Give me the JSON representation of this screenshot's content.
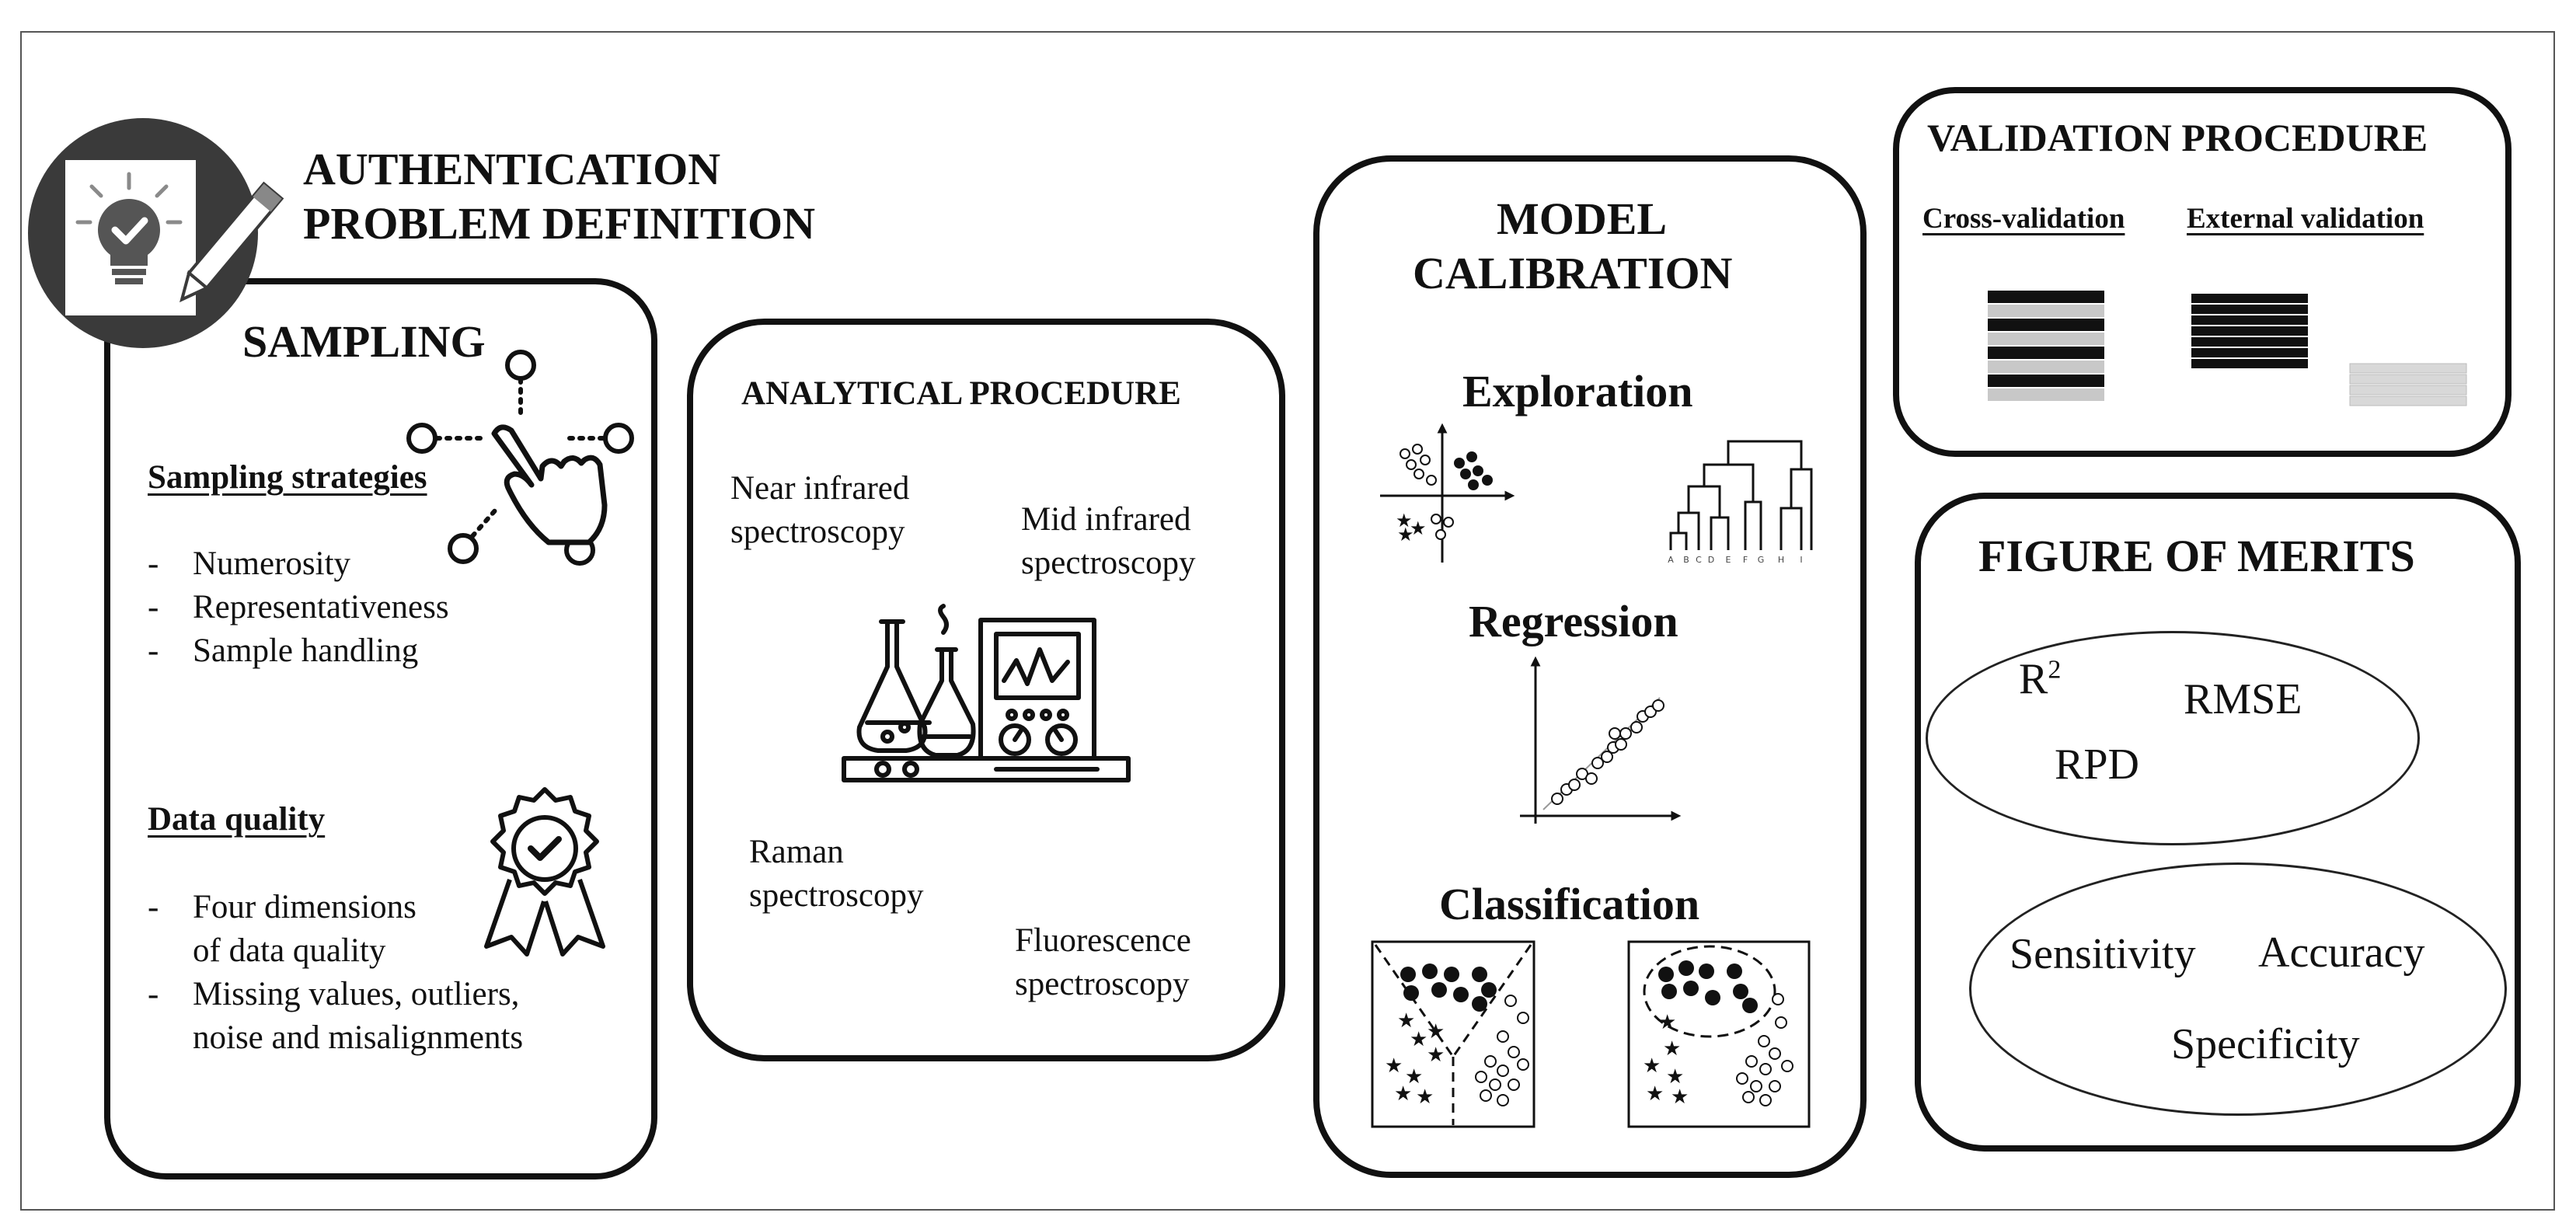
{
  "header": {
    "title_line1": "AUTHENTICATION",
    "title_line2": "PROBLEM DEFINITION"
  },
  "sampling": {
    "title": "SAMPLING",
    "strategies_heading": "Sampling strategies",
    "strategies_items": [
      "Numerosity",
      "Representativeness",
      "Sample handling"
    ],
    "quality_heading": "Data quality",
    "quality_items": [
      {
        "l1": "Four dimensions",
        "l2": "of data quality"
      },
      {
        "l1": "Missing values, outliers,",
        "l2": "noise and misalignments"
      }
    ],
    "dash": "-"
  },
  "analytical": {
    "title": "ANALYTICAL PROCEDURE",
    "nir": {
      "l1": "Near infrared",
      "l2": "spectroscopy"
    },
    "mir": {
      "l1": "Mid infrared",
      "l2": "spectroscopy"
    },
    "raman": {
      "l1": "Raman",
      "l2": "spectroscopy"
    },
    "fluor": {
      "l1": "Fluorescence",
      "l2": "spectroscopy"
    }
  },
  "model": {
    "title_line1": "MODEL",
    "title_line2": "CALIBRATION",
    "exploration": "Exploration",
    "regression": "Regression",
    "classification": "Classification",
    "dendrogram_leaves": [
      "A",
      "B",
      "C",
      "D",
      "E",
      "F",
      "G",
      "H",
      "I"
    ]
  },
  "validation": {
    "title": "VALIDATION PROCEDURE",
    "cross": "Cross-validation",
    "external": "External validation"
  },
  "merits": {
    "title": "FIGURE OF MERITS",
    "r2_base": "R",
    "r2_sup": "2",
    "rmse": "RMSE",
    "rpd": "RPD",
    "sensitivity": "Sensitivity",
    "accuracy": "Accuracy",
    "specificity": "Specificity"
  },
  "icons": [
    "lightbulb-check-icon",
    "touch-network-icon",
    "award-badge-icon",
    "lab-equipment-icon"
  ],
  "colors": {
    "ink": "#111111",
    "icon_disc": "#3a3a3a",
    "grey_fold": "#c8c8c8"
  }
}
